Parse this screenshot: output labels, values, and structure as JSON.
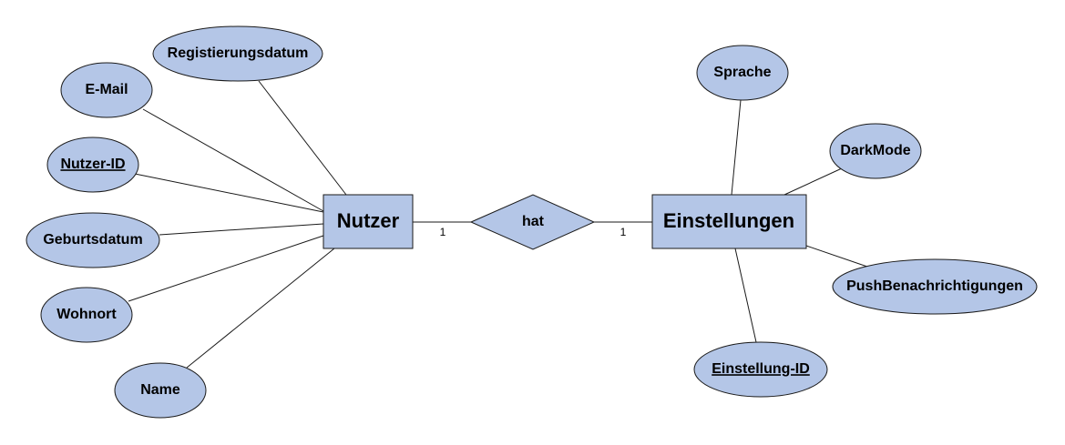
{
  "colors": {
    "shape_fill": "#b4c6e7",
    "stroke": "#1a1a1a",
    "text": "#000000"
  },
  "entities": [
    {
      "id": "nutzer",
      "label": "Nutzer"
    },
    {
      "id": "einstellungen",
      "label": "Einstellungen"
    }
  ],
  "relationship": {
    "label": "hat",
    "cardinality_left": "1",
    "cardinality_right": "1"
  },
  "nutzer_attributes": [
    {
      "label": "Registierungsdatum",
      "key": false
    },
    {
      "label": "E-Mail",
      "key": false
    },
    {
      "label": "Nutzer-ID",
      "key": true
    },
    {
      "label": "Geburtsdatum",
      "key": false
    },
    {
      "label": "Wohnort",
      "key": false
    },
    {
      "label": "Name",
      "key": false
    }
  ],
  "einstellungen_attributes": [
    {
      "label": "Sprache",
      "key": false
    },
    {
      "label": "DarkMode",
      "key": false
    },
    {
      "label": "PushBenachrichtigungen",
      "key": false
    },
    {
      "label": "Einstellung-ID",
      "key": true
    }
  ]
}
